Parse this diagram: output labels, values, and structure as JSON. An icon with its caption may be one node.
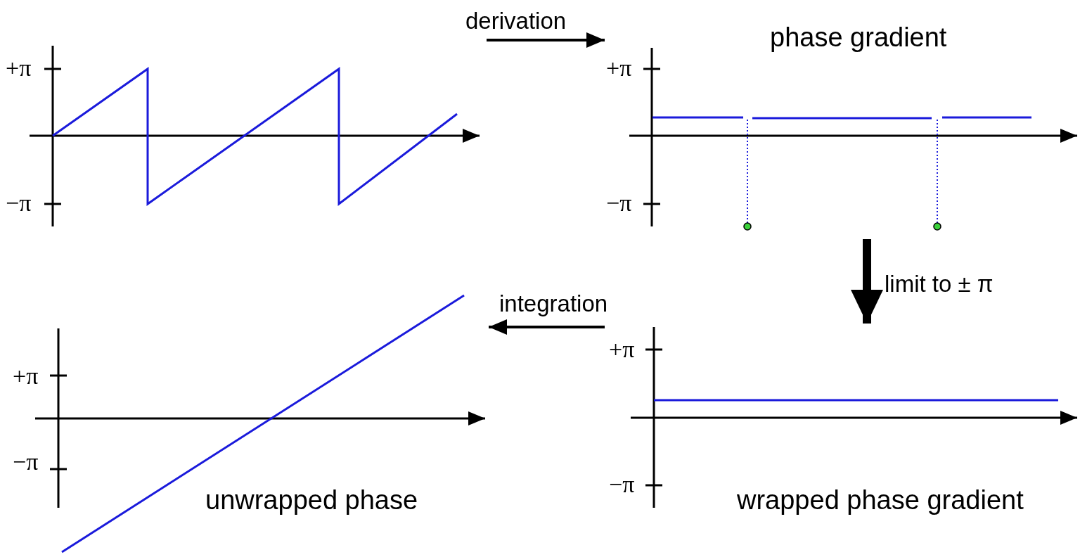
{
  "diagram": {
    "nodes": [
      {
        "text": [
          "+π",
          "−π"
        ]
      },
      {
        "text": [
          "+π",
          "−π",
          "phase gradient"
        ]
      },
      {
        "text": [
          "+π",
          "−π",
          "wrapped phase gradient"
        ]
      },
      {
        "text": [
          "+π",
          "−π",
          "unwrapped phase"
        ]
      }
    ],
    "edges": [
      {
        "from": 0,
        "to": 1,
        "arrow": "to",
        "label": "derivation"
      },
      {
        "from": 1,
        "to": 2,
        "arrow": "to",
        "label": "limit to ± π",
        "style": "thick"
      },
      {
        "from": 2,
        "to": 3,
        "arrow": "to",
        "label": "integration"
      }
    ]
  }
}
